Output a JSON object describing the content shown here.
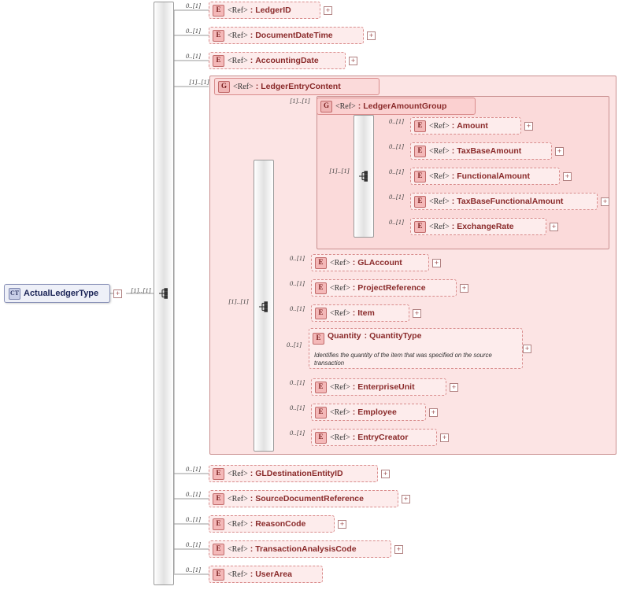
{
  "diagram": {
    "title": "ActualLedgerType",
    "root": {
      "badge": "CT",
      "label": "ActualLedgerType",
      "occurrence": "[1]..[1]"
    },
    "top_level_children": [
      {
        "badge": "E",
        "ref": "<Ref>",
        "colon": ":",
        "name": "LedgerID",
        "occurrence": "0..[1]"
      },
      {
        "badge": "E",
        "ref": "<Ref>",
        "colon": ":",
        "name": "DocumentDateTime",
        "occurrence": "0..[1]"
      },
      {
        "badge": "E",
        "ref": "<Ref>",
        "colon": ":",
        "name": "AccountingDate",
        "occurrence": "0..[1]"
      },
      {
        "badge": "G",
        "ref": "<Ref>",
        "colon": ":",
        "name": "LedgerEntryContent",
        "occurrence": "[1]..[1]"
      },
      {
        "badge": "E",
        "ref": "<Ref>",
        "colon": ":",
        "name": "GLDestinationEntityID",
        "occurrence": "0..[1]"
      },
      {
        "badge": "E",
        "ref": "<Ref>",
        "colon": ":",
        "name": "SourceDocumentReference",
        "occurrence": "0..[1]"
      },
      {
        "badge": "E",
        "ref": "<Ref>",
        "colon": ":",
        "name": "ReasonCode",
        "occurrence": "0..[1]"
      },
      {
        "badge": "E",
        "ref": "<Ref>",
        "colon": ":",
        "name": "TransactionAnalysisCode",
        "occurrence": "0..[1]"
      },
      {
        "badge": "E",
        "ref": "<Ref>",
        "colon": ":",
        "name": "UserArea",
        "occurrence": "0..[1]"
      }
    ],
    "ledger_entry_content": {
      "sequence_occurrence": "[1]..[1]",
      "group": {
        "badge": "G",
        "ref": "<Ref>",
        "colon": ":",
        "name": "LedgerAmountGroup",
        "occurrence": "[1]..[1]",
        "sequence_occurrence": "[1]..[1]",
        "children": [
          {
            "badge": "E",
            "ref": "<Ref>",
            "colon": ":",
            "name": "Amount",
            "occurrence": "0..[1]"
          },
          {
            "badge": "E",
            "ref": "<Ref>",
            "colon": ":",
            "name": "TaxBaseAmount",
            "occurrence": "0..[1]"
          },
          {
            "badge": "E",
            "ref": "<Ref>",
            "colon": ":",
            "name": "FunctionalAmount",
            "occurrence": "0..[1]"
          },
          {
            "badge": "E",
            "ref": "<Ref>",
            "colon": ":",
            "name": "TaxBaseFunctionalAmount",
            "occurrence": "0..[1]"
          },
          {
            "badge": "E",
            "ref": "<Ref>",
            "colon": ":",
            "name": "ExchangeRate",
            "occurrence": "0..[1]"
          }
        ]
      },
      "children": [
        {
          "badge": "E",
          "ref": "<Ref>",
          "colon": ":",
          "name": "GLAccount",
          "occurrence": "0..[1]"
        },
        {
          "badge": "E",
          "ref": "<Ref>",
          "colon": ":",
          "name": "ProjectReference",
          "occurrence": "0..[1]"
        },
        {
          "badge": "E",
          "ref": "<Ref>",
          "colon": ":",
          "name": "Item",
          "occurrence": "0..[1]"
        },
        {
          "badge": "E",
          "ref": "Quantity",
          "colon": ":",
          "name": "QuantityType",
          "occurrence": "0..[1]",
          "annotation": "Identifies the quantity of the item that was specified on the source\ntransaction"
        },
        {
          "badge": "E",
          "ref": "<Ref>",
          "colon": ":",
          "name": "EnterpriseUnit",
          "occurrence": "0..[1]"
        },
        {
          "badge": "E",
          "ref": "<Ref>",
          "colon": ":",
          "name": "Employee",
          "occurrence": "0..[1]"
        },
        {
          "badge": "E",
          "ref": "<Ref>",
          "colon": ":",
          "name": "EntryCreator",
          "occurrence": "0..[1]"
        }
      ]
    },
    "expand_symbol": "+",
    "colors": {
      "node_fill": "#fdecec",
      "node_border": "#d98c8c",
      "panel_fill": "#fce4e4",
      "panel_inner_fill": "#fbdada",
      "name_color": "#8a2a2a",
      "root_fill": "#eef0f8",
      "root_border": "#8a92b8"
    }
  }
}
